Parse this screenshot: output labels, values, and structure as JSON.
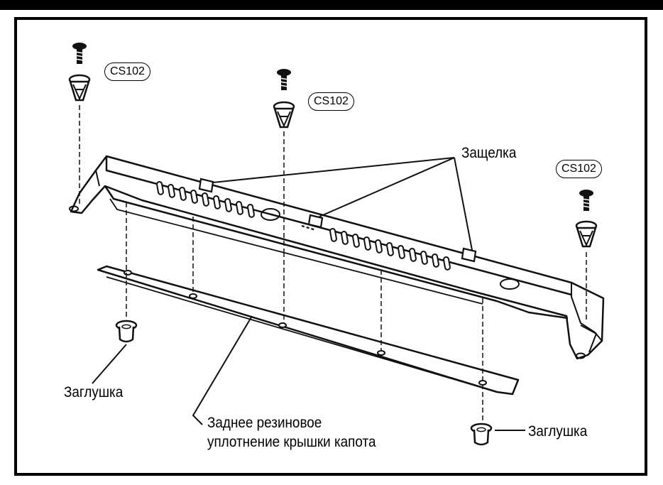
{
  "labels": {
    "latch": "Защелка",
    "plug_left": "Заглушка",
    "plug_right": "Заглушка",
    "seal_line1": "Заднее резиновое",
    "seal_line2": "уплотнение крышки капота"
  },
  "part_numbers": {
    "screw_left": "CS102",
    "screw_center": "CS102",
    "screw_right": "CS102"
  }
}
